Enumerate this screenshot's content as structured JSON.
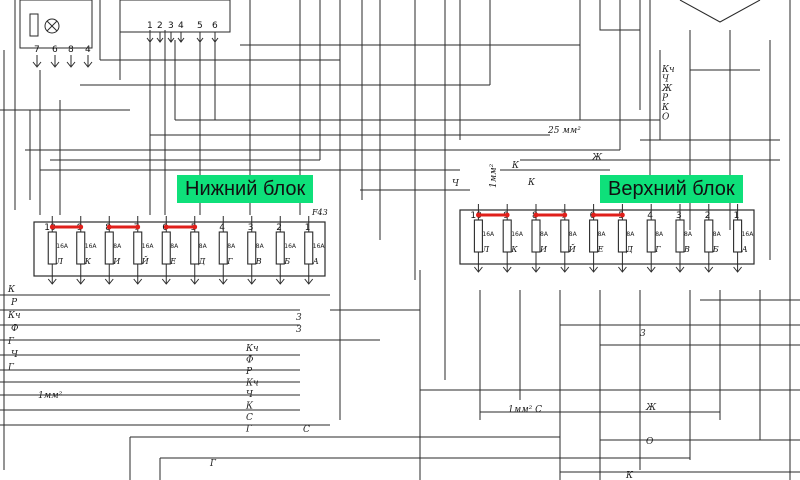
{
  "labels": {
    "lower_block": "Нижний блок",
    "upper_block": "Верхний блок",
    "fuse_box_id": "F43",
    "section_25": "25 мм²"
  },
  "lower_block": {
    "pin_numbers": [
      "10",
      "9",
      "8",
      "7",
      "6",
      "5",
      "4",
      "3",
      "2",
      "1"
    ],
    "fuse_ratings": [
      "16А",
      "16А",
      "8А",
      "16А",
      "8А",
      "8А",
      "8А",
      "8А",
      "16А",
      "16А"
    ],
    "fuse_letters": [
      "Л",
      "К",
      "И",
      "Й",
      "Е",
      "Д",
      "Г",
      "В",
      "Б",
      "А"
    ]
  },
  "upper_block": {
    "pin_numbers": [
      "10",
      "9",
      "8",
      "7",
      "6",
      "5",
      "4",
      "3",
      "2",
      "1"
    ],
    "fuse_ratings": [
      "16А",
      "16А",
      "8А",
      "8А",
      "8А",
      "8А",
      "8А",
      "8А",
      "8А",
      "16А"
    ],
    "fuse_letters": [
      "Л",
      "К",
      "И",
      "Й",
      "Е",
      "Д",
      "Г",
      "В",
      "Б",
      "А"
    ]
  },
  "top_connectors": {
    "left_pins": [
      "7",
      "6",
      "8",
      "4"
    ],
    "mid_pins": [
      "1",
      "2",
      "3",
      "4",
      "5",
      "6"
    ]
  },
  "wire_labels": {
    "left_column": [
      "К",
      "Р",
      "Кч",
      "Ф",
      "Г",
      "Ч",
      "Г"
    ],
    "left_section": "1мм²",
    "bottom_list": [
      "Кч",
      "Ф",
      "Р",
      "Кч",
      "Ч",
      "К",
      "С",
      "Г"
    ],
    "right_column": [
      "Кч",
      "Ч",
      "Ж",
      "Р",
      "К",
      "О"
    ],
    "mid_marks": [
      "К",
      "К",
      "Ж",
      "Ч",
      "С",
      "3",
      "3"
    ],
    "upper_section": "1мм²",
    "bottom_right": [
      "1мм² С",
      "Ж",
      "О",
      "К",
      "Г",
      "3"
    ]
  },
  "colors": {
    "ink": "#2a2a2a",
    "bridge": "#e0201b",
    "badge_bg": "#0ee07a"
  }
}
